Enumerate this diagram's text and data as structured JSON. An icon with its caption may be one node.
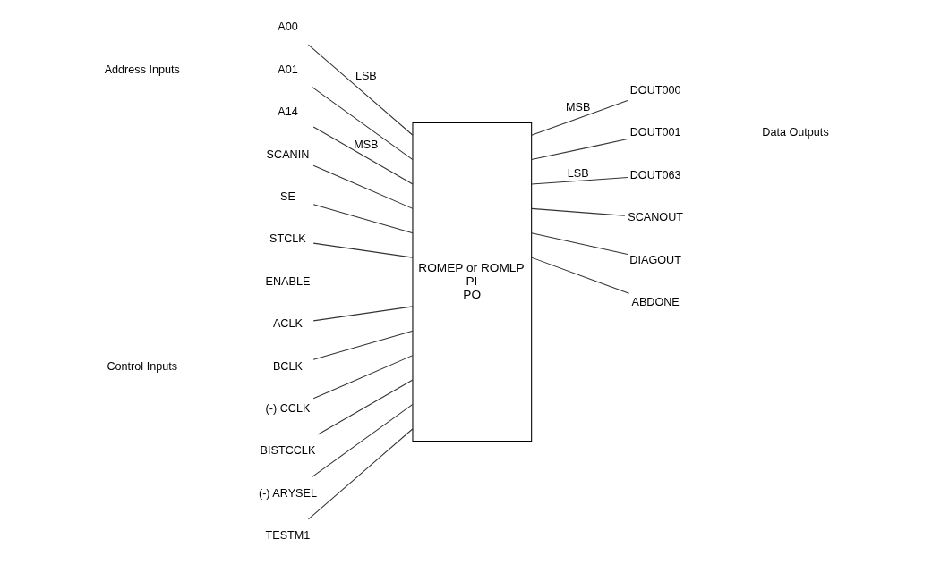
{
  "diagram": {
    "nodes": [
      {
        "text": [
          "ROMEP or ROMLP",
          "PI",
          "PO"
        ]
      },
      {
        "text": [
          "A00"
        ]
      },
      {
        "text": [
          "A01"
        ]
      },
      {
        "text": [
          "A14"
        ]
      },
      {
        "text": [
          "SCANIN"
        ]
      },
      {
        "text": [
          "SE"
        ]
      },
      {
        "text": [
          "STCLK"
        ]
      },
      {
        "text": [
          "ENABLE"
        ]
      },
      {
        "text": [
          "ACLK"
        ]
      },
      {
        "text": [
          "BCLK"
        ]
      },
      {
        "text": [
          "(-) CCLK"
        ]
      },
      {
        "text": [
          "BISTCCLK"
        ]
      },
      {
        "text": [
          "(-) ARYSEL"
        ]
      },
      {
        "text": [
          "TESTM1"
        ]
      },
      {
        "text": [
          "DOUT000"
        ]
      },
      {
        "text": [
          "DOUT001"
        ]
      },
      {
        "text": [
          "DOUT063"
        ]
      },
      {
        "text": [
          "SCANOUT"
        ]
      },
      {
        "text": [
          "DIAGOUT"
        ]
      },
      {
        "text": [
          "ABDONE"
        ]
      }
    ],
    "edges": [
      {
        "from": 1,
        "to": 0,
        "arrow": "none",
        "label": "LSB"
      },
      {
        "from": 2,
        "to": 0,
        "arrow": "none"
      },
      {
        "from": 3,
        "to": 0,
        "arrow": "none",
        "label": "MSB"
      },
      {
        "from": 4,
        "to": 0,
        "arrow": "none"
      },
      {
        "from": 5,
        "to": 0,
        "arrow": "none"
      },
      {
        "from": 6,
        "to": 0,
        "arrow": "none"
      },
      {
        "from": 7,
        "to": 0,
        "arrow": "none"
      },
      {
        "from": 8,
        "to": 0,
        "arrow": "none"
      },
      {
        "from": 9,
        "to": 0,
        "arrow": "none"
      },
      {
        "from": 10,
        "to": 0,
        "arrow": "none"
      },
      {
        "from": 11,
        "to": 0,
        "arrow": "none"
      },
      {
        "from": 12,
        "to": 0,
        "arrow": "none"
      },
      {
        "from": 13,
        "to": 0,
        "arrow": "none"
      },
      {
        "from": 0,
        "to": 14,
        "arrow": "none",
        "label": "MSB"
      },
      {
        "from": 0,
        "to": 15,
        "arrow": "none"
      },
      {
        "from": 0,
        "to": 16,
        "arrow": "none",
        "label": "LSB"
      },
      {
        "from": 0,
        "to": 17,
        "arrow": "none"
      },
      {
        "from": 0,
        "to": 18,
        "arrow": "none"
      },
      {
        "from": 0,
        "to": 19,
        "arrow": "none"
      }
    ],
    "labels": [
      "Address Inputs",
      "Control Inputs",
      "Data Outputs"
    ]
  }
}
